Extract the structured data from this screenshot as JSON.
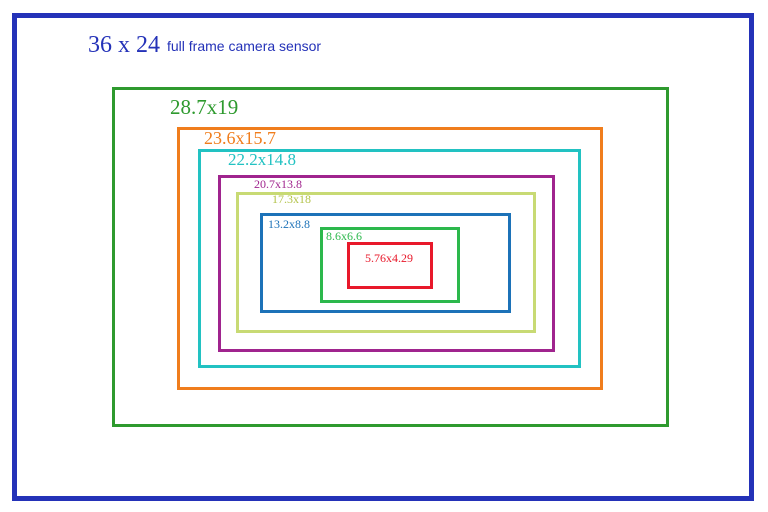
{
  "colors": {
    "frame": "#2432b8",
    "s287": "#2e9a2e",
    "s236": "#f07d1c",
    "s222": "#22c2c2",
    "s207": "#a0248e",
    "s173": "#b3c34a",
    "s132": "#1c72b8",
    "s86": "#2cb84c",
    "s576": "#e8182a"
  },
  "labels": {
    "frame_size": "36 x 24",
    "frame_desc": "full frame camera sensor",
    "s287": "28.7x19",
    "s236": "23.6x15.7",
    "s222": "22.2x14.8",
    "s207": "20.7x13.8",
    "s173": "17.3x18",
    "s132": "13.2x8.8",
    "s86": "8.6x6.6",
    "s576": "5.76x4.29"
  }
}
